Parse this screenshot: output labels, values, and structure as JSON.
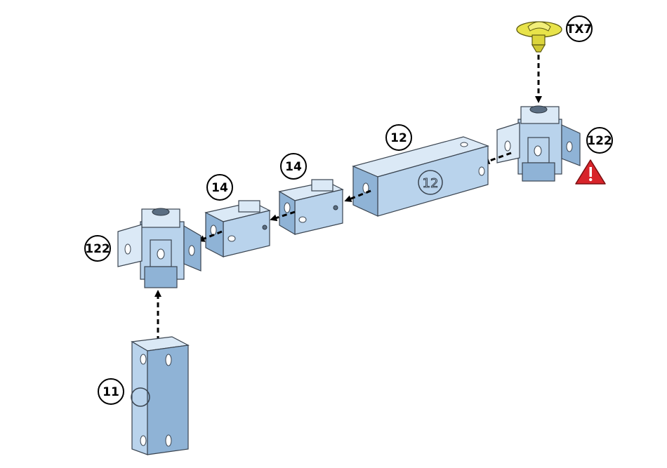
{
  "callouts": {
    "screw": "TX7",
    "connector_right": "122",
    "tube_long": "12",
    "clip_right": "14",
    "clip_left": "14",
    "connector_left": "122",
    "tube_vertical": "11"
  },
  "markings": {
    "tube_long_stamp": "12"
  },
  "colors": {
    "part_fill": "#b9d3ec",
    "screw_fill": "#e8e34a",
    "warning_red": "#d8242a"
  }
}
